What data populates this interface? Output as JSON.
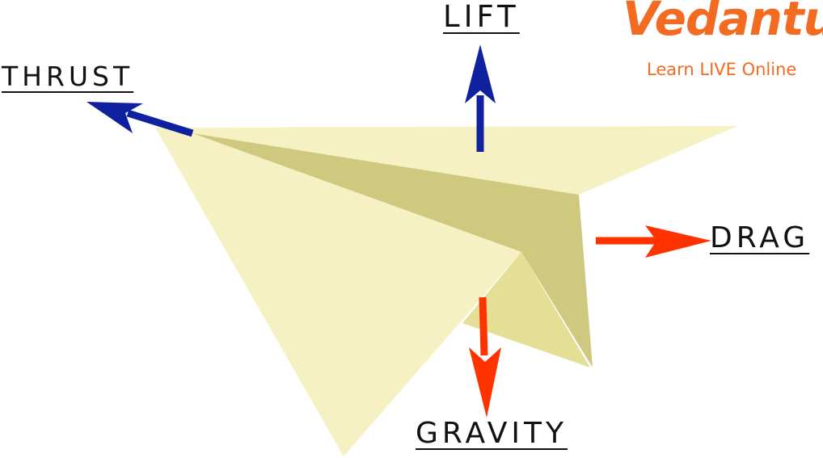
{
  "labels": {
    "lift": "LIFT",
    "thrust": "THRUST",
    "drag": "DRAG",
    "gravity": "GRAVITY"
  },
  "brand": {
    "name": "Vedantu",
    "tagline": "Learn LIVE Online",
    "color": "#f26b21"
  },
  "colors": {
    "paper_light": "#f5f1c2",
    "paper_mid": "#ece7b0",
    "paper_dark": "#cfc97f",
    "paper_under": "#e4df94",
    "arrow_blue": "#1021a0",
    "arrow_red": "#ff3300"
  }
}
